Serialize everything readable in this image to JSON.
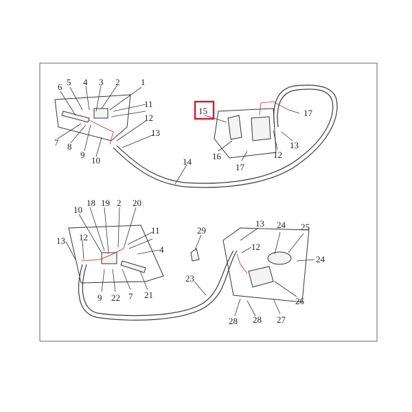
{
  "diagram": {
    "highlight_color": "#d0202a",
    "highlighted_label": "15",
    "callouts_upper": [
      "1",
      "2",
      "3",
      "4",
      "5",
      "6",
      "7",
      "8",
      "9",
      "10",
      "11",
      "12",
      "13",
      "14",
      "15",
      "16",
      "17",
      "12",
      "13",
      "17"
    ],
    "callouts_lower": [
      "2",
      "4",
      "7",
      "9",
      "10",
      "11",
      "12",
      "13",
      "18",
      "19",
      "20",
      "21",
      "22",
      "23",
      "24",
      "24",
      "25",
      "26",
      "27",
      "28",
      "28",
      "29",
      "12",
      "13"
    ]
  }
}
